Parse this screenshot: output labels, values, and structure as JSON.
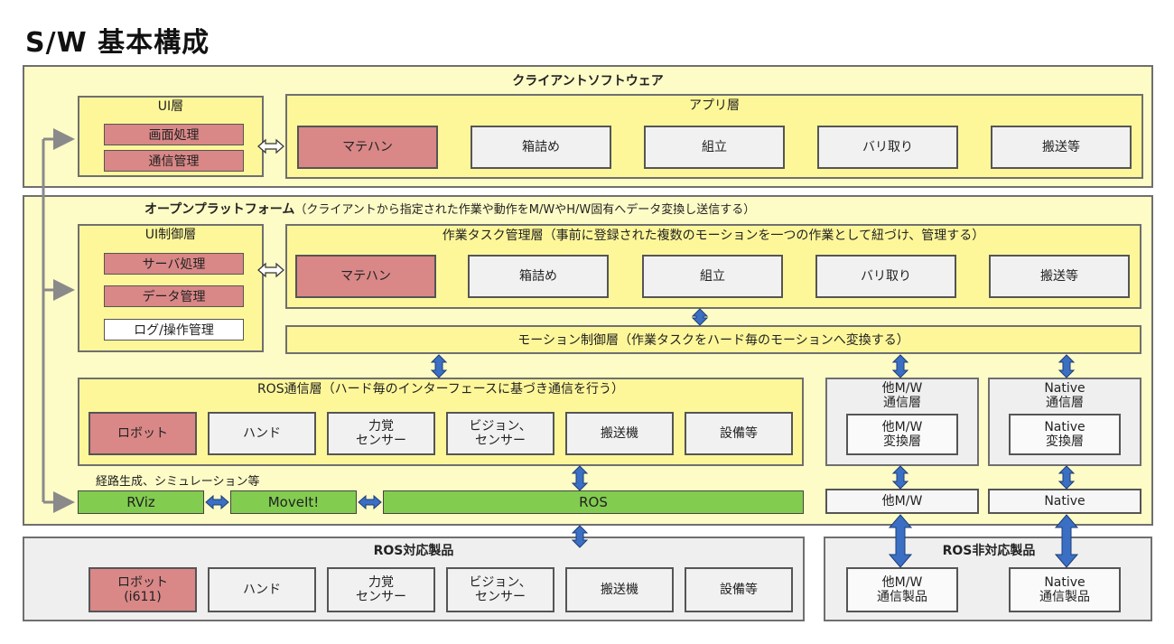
{
  "title": "S/W 基本構成",
  "client": {
    "title": "クライアントソフトウェア",
    "ui_layer": {
      "title": "UI層",
      "items": [
        "画面処理",
        "通信管理"
      ]
    },
    "app_layer": {
      "title": "アプリ層",
      "items": [
        "マテハン",
        "箱詰め",
        "組立",
        "バリ取り",
        "搬送等"
      ]
    }
  },
  "platform": {
    "title": "オープンプラットフォーム",
    "subtitle": "（クライアントから指定された作業や動作をM/WやH/W固有へデータ変換し送信する）",
    "ui_control": {
      "title": "UI制御層",
      "items": [
        "サーバ処理",
        "データ管理",
        "ログ/操作管理"
      ]
    },
    "task_layer": {
      "title": "作業タスク管理層（事前に登録された複数のモーションを一つの作業として紐づけ、管理する）",
      "items": [
        "マテハン",
        "箱詰め",
        "組立",
        "バリ取り",
        "搬送等"
      ]
    },
    "motion_layer": "モーション制御層（作業タスクをハード毎のモーションへ変換する）",
    "ros_comm": {
      "title": "ROS通信層（ハード毎のインターフェースに基づき通信を行う）",
      "items": [
        "ロボット",
        "ハンド",
        "力覚\nセンサー",
        "ビジョン、\nセンサー",
        "搬送機",
        "設備等"
      ]
    },
    "other_comm": {
      "title": "他M/W\n通信層",
      "inner": "他M/W\n変換層",
      "bottom": "他M/W"
    },
    "native_comm": {
      "title": "Native\n通信層",
      "inner": "Native\n変換層",
      "bottom": "Native"
    },
    "path_label": "経路生成、シミュレーション等",
    "green": [
      "RViz",
      "MoveIt!",
      "ROS"
    ]
  },
  "ros_products": {
    "title": "ROS対応製品",
    "items": [
      "ロボット\n(i611)",
      "ハンド",
      "力覚\nセンサー",
      "ビジョン、\nセンサー",
      "搬送機",
      "設備等"
    ]
  },
  "nonros_products": {
    "title": "ROS非対応製品",
    "items": [
      "他M/W\n通信製品",
      "Native\n通信製品"
    ]
  },
  "colors": {
    "panel": "#fdfbc6",
    "inner": "#fdf79a",
    "pink": "#d98787",
    "green": "#82cc50",
    "gray": "#efefef",
    "arrow": "#3b6fc4"
  }
}
